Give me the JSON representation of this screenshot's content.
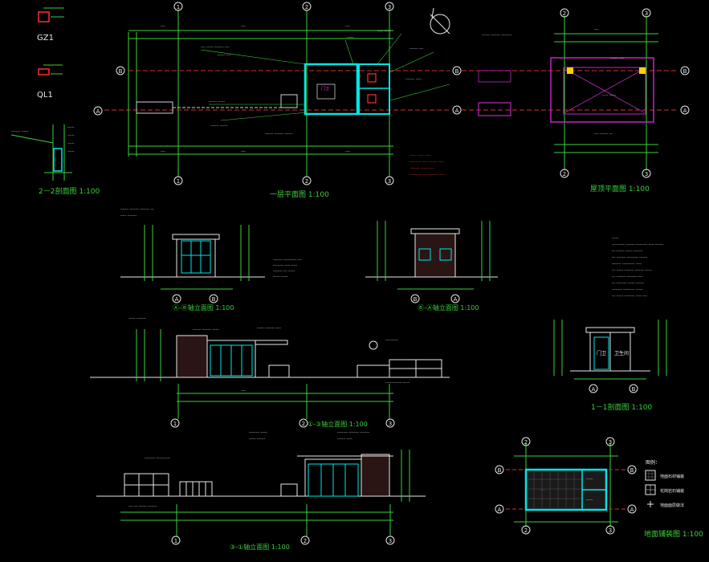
{
  "labels": {
    "gz1": "GZ1",
    "ql1": "QL1",
    "sec22": "2－2剖面图 1:100",
    "plan1": "一层平面图 1:100",
    "roofplan": "屋顶平面图 1:100",
    "elevA": "Ⓐ-Ⓑ轴立面图 1:100",
    "elevB": "Ⓑ-Ⓐ轴立面图 1:100",
    "elev13": "①-③轴立面图 1:100",
    "elev31": "③-①轴立面图 1:100",
    "sec11": "1－1剖面图 1:100",
    "floorplan": "地面铺装图 1:100",
    "room_left": "门卫",
    "room_right": "卫生间",
    "legend_title": "图例：",
    "legend_items": [
      "地面石材铺装",
      "花岗岩石铺装",
      "地面面层做法"
    ]
  },
  "axes": {
    "a": "A",
    "b": "B",
    "n1": "1",
    "n2": "2",
    "n3": "3"
  },
  "colors": {
    "background": "#000000",
    "axis_line": "#d93030",
    "dim_line": "#3cd03c",
    "wall": "#00e6e6",
    "text": "#e8e8e8",
    "purple": "#c028c0",
    "red_note": "#ff3030"
  }
}
